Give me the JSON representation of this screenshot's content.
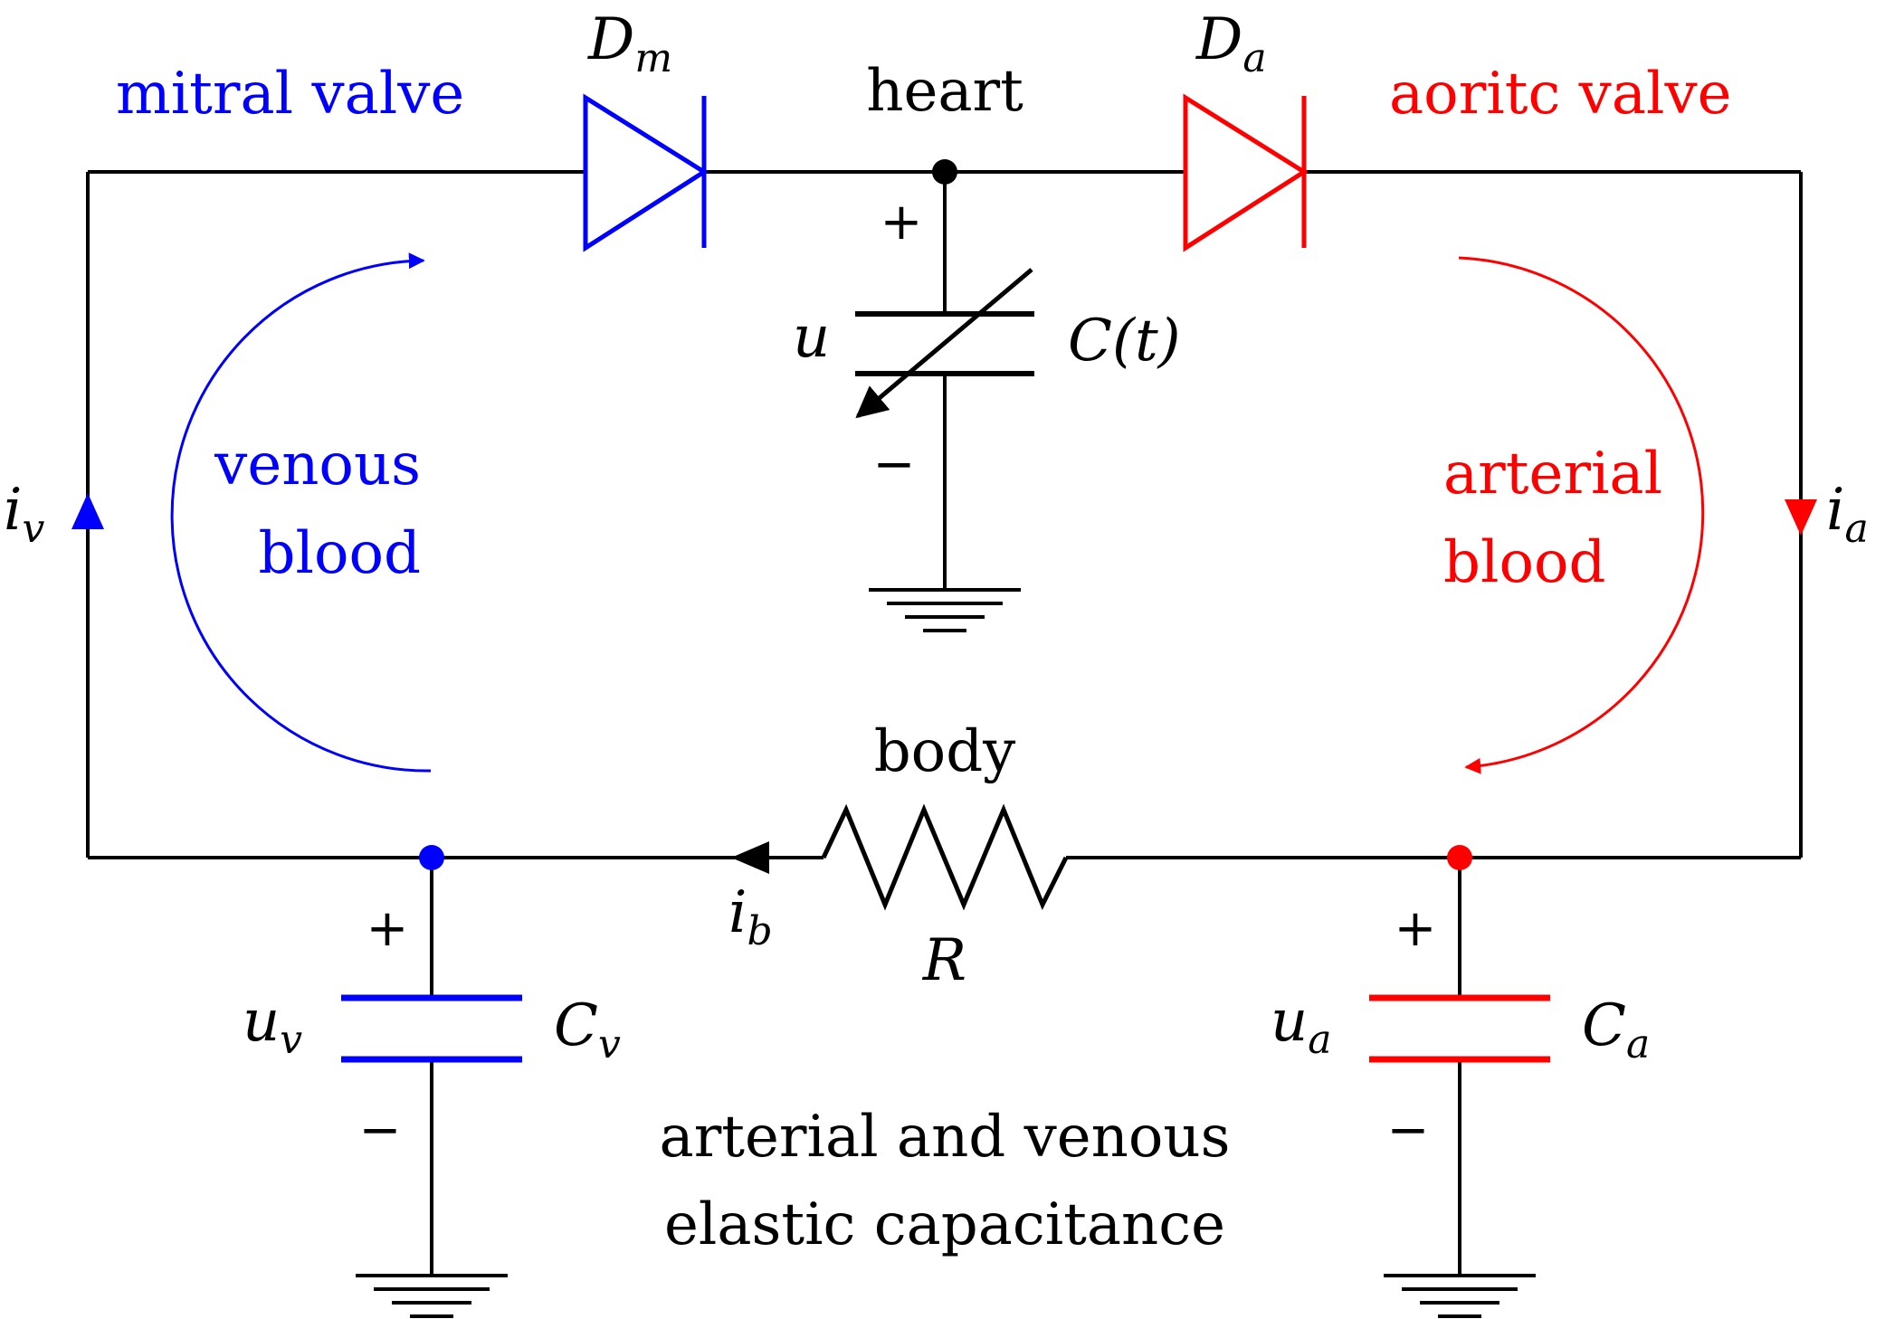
{
  "colors": {
    "venous": "#0000ff",
    "arterial": "#ff0000",
    "neutral": "#000000"
  },
  "labels": {
    "mitral_valve": "mitral valve",
    "aortic_valve": "aoritc valve",
    "heart": "heart",
    "venous_blood_1": "venous",
    "venous_blood_2": "blood",
    "arterial_blood_1": "arterial",
    "arterial_blood_2": "blood",
    "body": "body",
    "capacitance_1": "arterial and venous",
    "capacitance_2": "elastic capacitance"
  },
  "symbols": {
    "diode_mitral": {
      "main": "D",
      "sub": "m"
    },
    "diode_aortic": {
      "main": "D",
      "sub": "a"
    },
    "heart_voltage": "u",
    "heart_capacitance": "C(t)",
    "current_venous": {
      "main": "i",
      "sub": "v"
    },
    "current_arterial": {
      "main": "i",
      "sub": "a"
    },
    "current_body": {
      "main": "i",
      "sub": "b"
    },
    "resistor": "R",
    "venous_voltage": {
      "main": "u",
      "sub": "v"
    },
    "venous_capacitance": {
      "main": "C",
      "sub": "v"
    },
    "arterial_voltage": {
      "main": "u",
      "sub": "a"
    },
    "arterial_capacitance": {
      "main": "C",
      "sub": "a"
    },
    "plus": "+",
    "minus": "−"
  }
}
